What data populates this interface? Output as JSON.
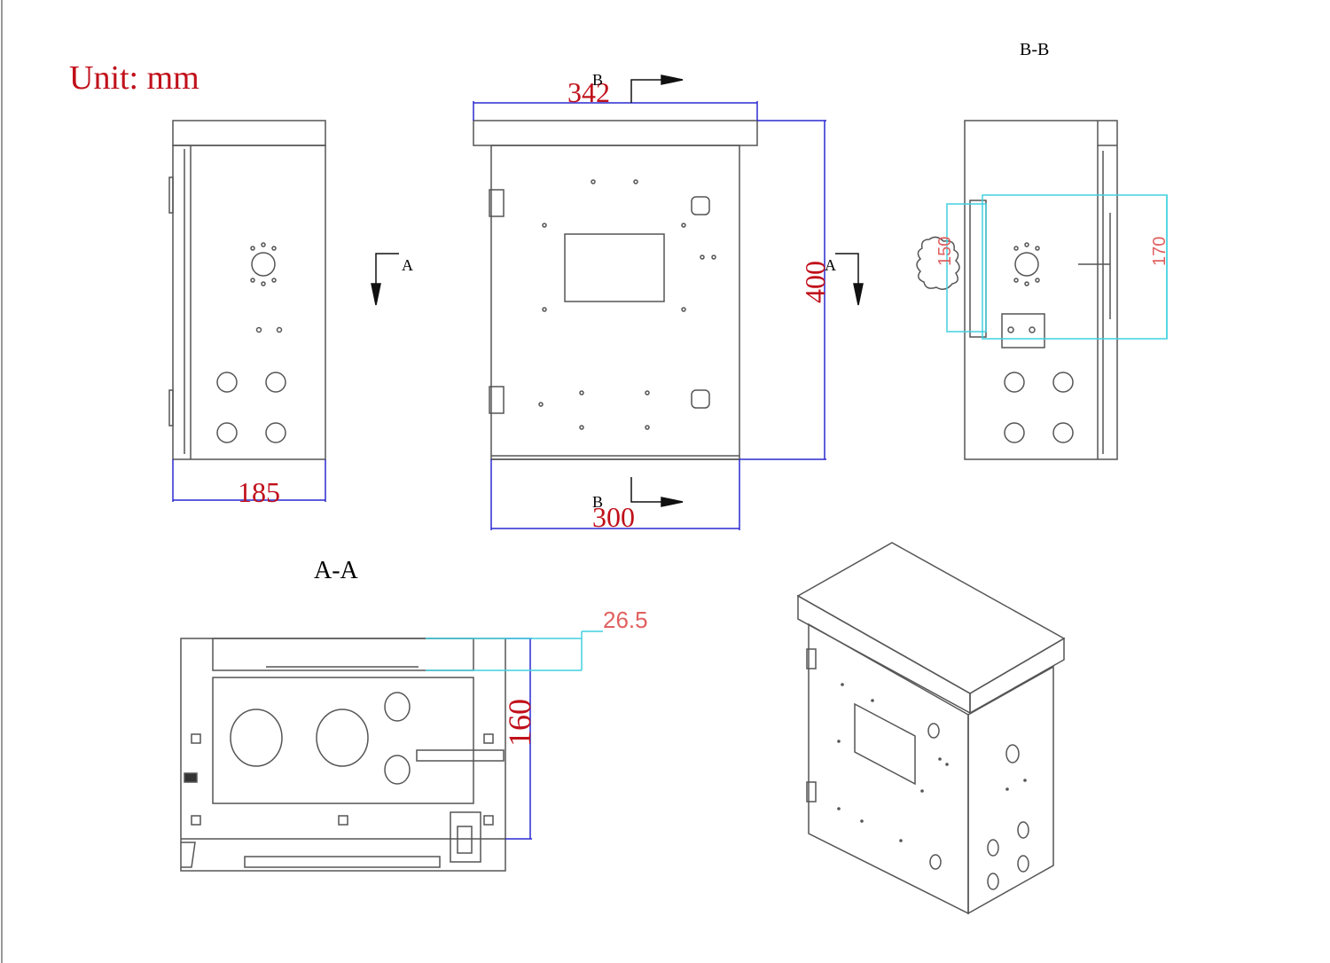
{
  "labels": {
    "unit": "Unit: mm",
    "section_aa": "A-A",
    "section_bb": "B-B",
    "mark_a_left": "A",
    "mark_a_right": "A",
    "mark_b_top": "B",
    "mark_b_bottom": "B"
  },
  "dimensions": {
    "side_width": "185",
    "front_top_width": "342",
    "front_height": "400",
    "front_bottom_width": "300",
    "bb_inner": "150",
    "bb_outer": "170",
    "aa_depth": "160",
    "aa_offset": "26.5"
  },
  "colors": {
    "line": "#555555",
    "dimension": "#2a2ad0",
    "cyan": "#40d0e0",
    "red_text": "#c0101a",
    "pink_text": "#e06060"
  }
}
